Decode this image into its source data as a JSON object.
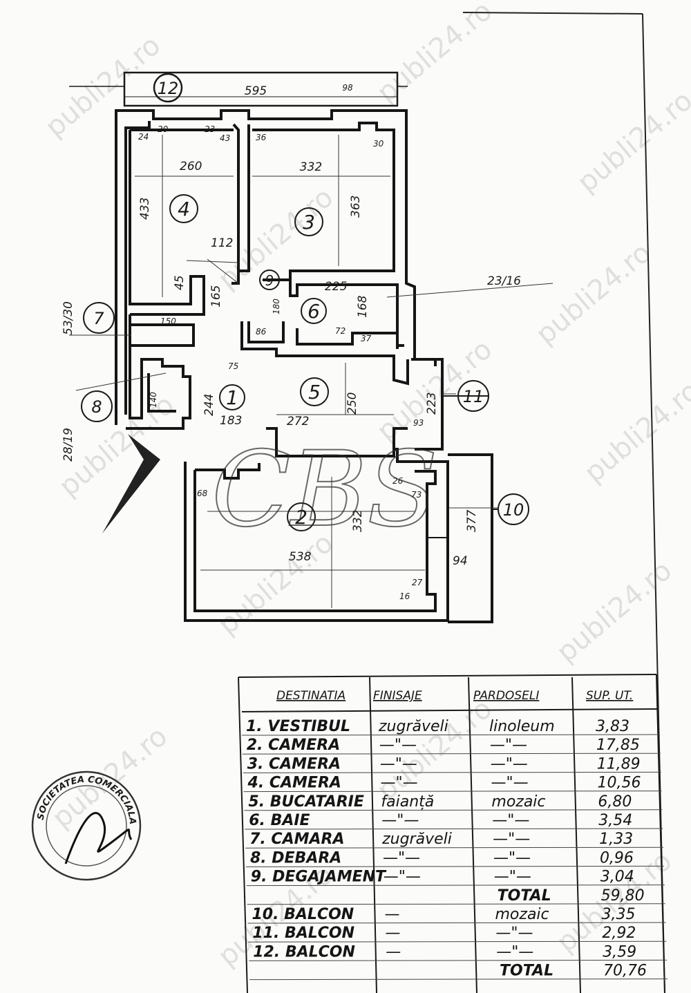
{
  "watermark": "publi24.ro",
  "overlay_monogram": "CBS",
  "top_dims": {
    "box": "12",
    "width": "595",
    "small": "98"
  },
  "dims": {
    "room4_w": "260",
    "room4_h": "433",
    "room3_w": "332",
    "room3_h": "363",
    "hall": "112",
    "d24": "24",
    "d20": "20",
    "d23": "23",
    "d43": "43",
    "d36": "36",
    "d30": "30",
    "bath_w": "225",
    "bath_h": "168",
    "d45": "45",
    "d165": "165",
    "d180": "180",
    "d86": "86",
    "d72": "72",
    "d37": "37",
    "d150": "150",
    "d75": "75",
    "kitchen_w": "272",
    "kitchen_h": "250",
    "d183": "183",
    "d244": "244",
    "d140": "140",
    "d93": "93",
    "balc11": "223",
    "room2_w": "538",
    "room2_h": "332",
    "d68": "68",
    "d26": "26",
    "d73": "73",
    "d94": "94",
    "balc10": "377",
    "d27": "27",
    "d16": "16",
    "label_53_30": "53/30",
    "label_23_16": "23/16",
    "label_28_19": "28/19"
  },
  "rooms": [
    "1",
    "2",
    "3",
    "4",
    "5",
    "6",
    "9"
  ],
  "markers": [
    "7",
    "8",
    "10",
    "11"
  ],
  "table": {
    "headers": [
      "DESTINATIA",
      "FINISAJE",
      "PARDOSELI",
      "SUP. UT."
    ],
    "rows": [
      {
        "dest": "1. VESTIBUL",
        "fin": "zugrăveli",
        "pard": "linoleum",
        "sup": "3,83"
      },
      {
        "dest": "2. CAMERA",
        "fin": "—\"—",
        "pard": "—\"—",
        "sup": "17,85"
      },
      {
        "dest": "3. CAMERA",
        "fin": "—\"—",
        "pard": "—\"—",
        "sup": "11,89"
      },
      {
        "dest": "4. CAMERA",
        "fin": "—\"—",
        "pard": "—\"—",
        "sup": "10,56"
      },
      {
        "dest": "5. BUCATARIE",
        "fin": "faianță",
        "pard": "mozaic",
        "sup": "6,80"
      },
      {
        "dest": "6. BAIE",
        "fin": "—\"—",
        "pard": "—\"—",
        "sup": "3,54"
      },
      {
        "dest": "7. CAMARA",
        "fin": "zugrăveli",
        "pard": "—\"—",
        "sup": "1,33"
      },
      {
        "dest": "8. DEBARA",
        "fin": "—\"—",
        "pard": "—\"—",
        "sup": "0,96"
      },
      {
        "dest": "9. DEGAJAMENT",
        "fin": "—\"—",
        "pard": "—\"—",
        "sup": "3,04"
      },
      {
        "dest": "",
        "fin": "",
        "pard": "TOTAL",
        "sup": "59,80"
      },
      {
        "dest": "10. BALCON",
        "fin": "—",
        "pard": "mozaic",
        "sup": "3,35"
      },
      {
        "dest": "11. BALCON",
        "fin": "—",
        "pard": "—\"—",
        "sup": "2,92"
      },
      {
        "dest": "12. BALCON",
        "fin": "—",
        "pard": "—\"—",
        "sup": "3,59"
      },
      {
        "dest": "",
        "fin": "",
        "pard": "TOTAL",
        "sup": "70,76"
      }
    ]
  },
  "stamp_text": "SOCIETATEA COMERCIALA",
  "colors": {
    "ink": "#1a1a1a",
    "paper": "#fbfbf9",
    "watermark": "#c9c9c9"
  }
}
